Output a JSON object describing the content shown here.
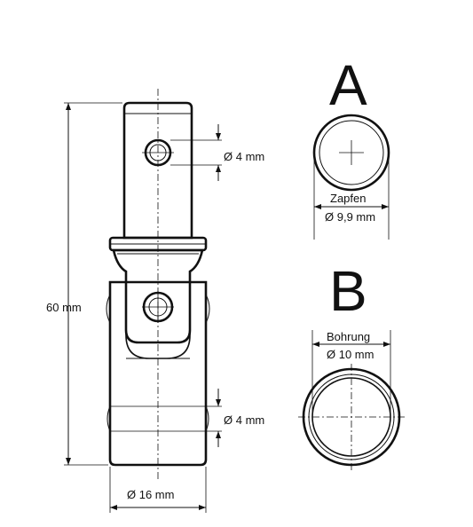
{
  "labels": {
    "view_a": "A",
    "view_b": "B",
    "length": "60 mm",
    "hole_top": "Ø 4 mm",
    "hole_bottom": "Ø 4 mm",
    "width": "Ø 16 mm",
    "pin_name": "Zapfen",
    "pin_diameter": "Ø 9,9 mm",
    "bore_name": "Bohrung",
    "bore_diameter": "Ø 10 mm"
  },
  "colors": {
    "line": "#111111",
    "background": "#ffffff"
  }
}
